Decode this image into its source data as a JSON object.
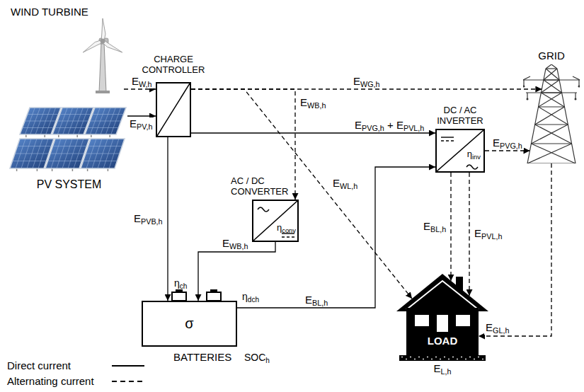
{
  "diagram": {
    "nodes": [
      {
        "text": [
          "WIND TURBINE"
        ]
      },
      {
        "text": [
          "CHARGE CONTROLLER"
        ]
      },
      {
        "text": [
          "GRID"
        ]
      },
      {
        "text": [
          "PV SYSTEM"
        ]
      },
      {
        "text": [
          "DC / AC INVERTER",
          "ηinv"
        ]
      },
      {
        "text": [
          "AC / DC CONVERTER",
          "ηconv"
        ]
      },
      {
        "text": [
          "σ",
          "BATTERIES"
        ]
      },
      {
        "text": [
          "LOAD",
          "EL,h"
        ]
      }
    ],
    "edges": [
      {
        "from": 0,
        "to": 1,
        "arrow": "to",
        "label": "EW,h"
      },
      {
        "from": 3,
        "to": 1,
        "arrow": "to",
        "label": "EPV,h"
      },
      {
        "from": 1,
        "to": 2,
        "arrow": "to",
        "label": "EWG,h"
      },
      {
        "from": 1,
        "to": 5,
        "arrow": "to",
        "label": "EWB,h"
      },
      {
        "from": 1,
        "to": 4,
        "arrow": "to",
        "label": "EPVG,h + EPVL,h"
      },
      {
        "from": 1,
        "to": 7,
        "arrow": "to",
        "label": "EWL,h"
      },
      {
        "from": 1,
        "to": 6,
        "arrow": "to",
        "label": "EPVB,h"
      },
      {
        "from": 5,
        "to": 6,
        "arrow": "to",
        "label": "EWB,h"
      },
      {
        "from": 6,
        "to": 4,
        "arrow": "to",
        "label": "EBL,h"
      },
      {
        "from": 4,
        "to": 2,
        "arrow": "to",
        "label": "EPVG,h"
      },
      {
        "from": 4,
        "to": 7,
        "arrow": "to",
        "label": "EBL,h"
      },
      {
        "from": 4,
        "to": 7,
        "arrow": "to",
        "label": "EPVL,h"
      },
      {
        "from": 2,
        "to": 7,
        "arrow": "to",
        "label": "EGL,h"
      }
    ],
    "labels": [
      "ηch",
      "ηdch",
      "SOCh"
    ],
    "legend": [
      {
        "text": "Direct current"
      },
      {
        "text": "Alternating current"
      }
    ]
  }
}
